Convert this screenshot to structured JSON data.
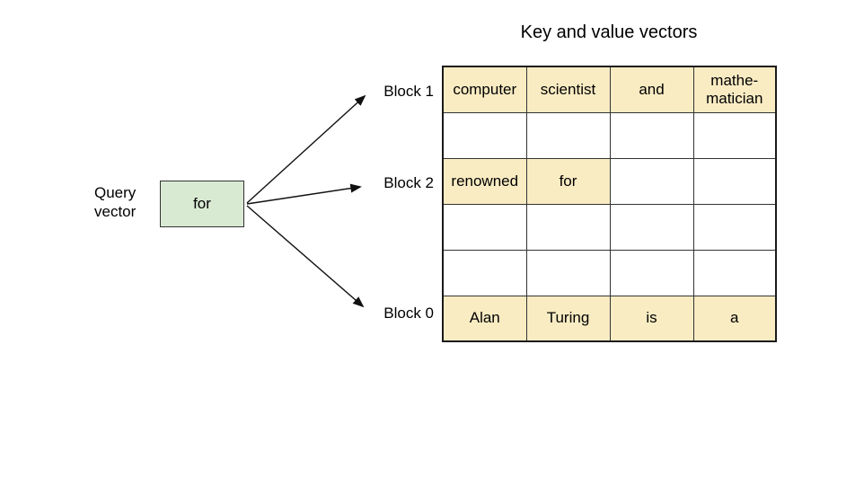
{
  "title": "Key and value vectors",
  "query": {
    "label": "Query\nvector",
    "value": "for"
  },
  "block_labels": {
    "block1": "Block 1",
    "block2": "Block 2",
    "block0": "Block 0"
  },
  "table": {
    "rows": [
      {
        "block": "Block 1",
        "cells": [
          "computer",
          "scientist",
          "and",
          "mathe-\nmatician"
        ],
        "highlighted": [
          true,
          true,
          true,
          true
        ]
      },
      {
        "block": "",
        "cells": [
          "",
          "",
          "",
          ""
        ],
        "highlighted": [
          false,
          false,
          false,
          false
        ]
      },
      {
        "block": "Block 2",
        "cells": [
          "renowned",
          "for",
          "",
          ""
        ],
        "highlighted": [
          true,
          true,
          false,
          false
        ]
      },
      {
        "block": "",
        "cells": [
          "",
          "",
          "",
          ""
        ],
        "highlighted": [
          false,
          false,
          false,
          false
        ]
      },
      {
        "block": "",
        "cells": [
          "",
          "",
          "",
          ""
        ],
        "highlighted": [
          false,
          false,
          false,
          false
        ]
      },
      {
        "block": "Block 0",
        "cells": [
          "Alan",
          "Turing",
          "is",
          "a"
        ],
        "highlighted": [
          true,
          true,
          true,
          true
        ]
      }
    ]
  },
  "colors": {
    "highlight_yellow": "#f9ecc3",
    "query_green": "#d9ead3",
    "border": "#333333",
    "arrow": "#111111"
  }
}
